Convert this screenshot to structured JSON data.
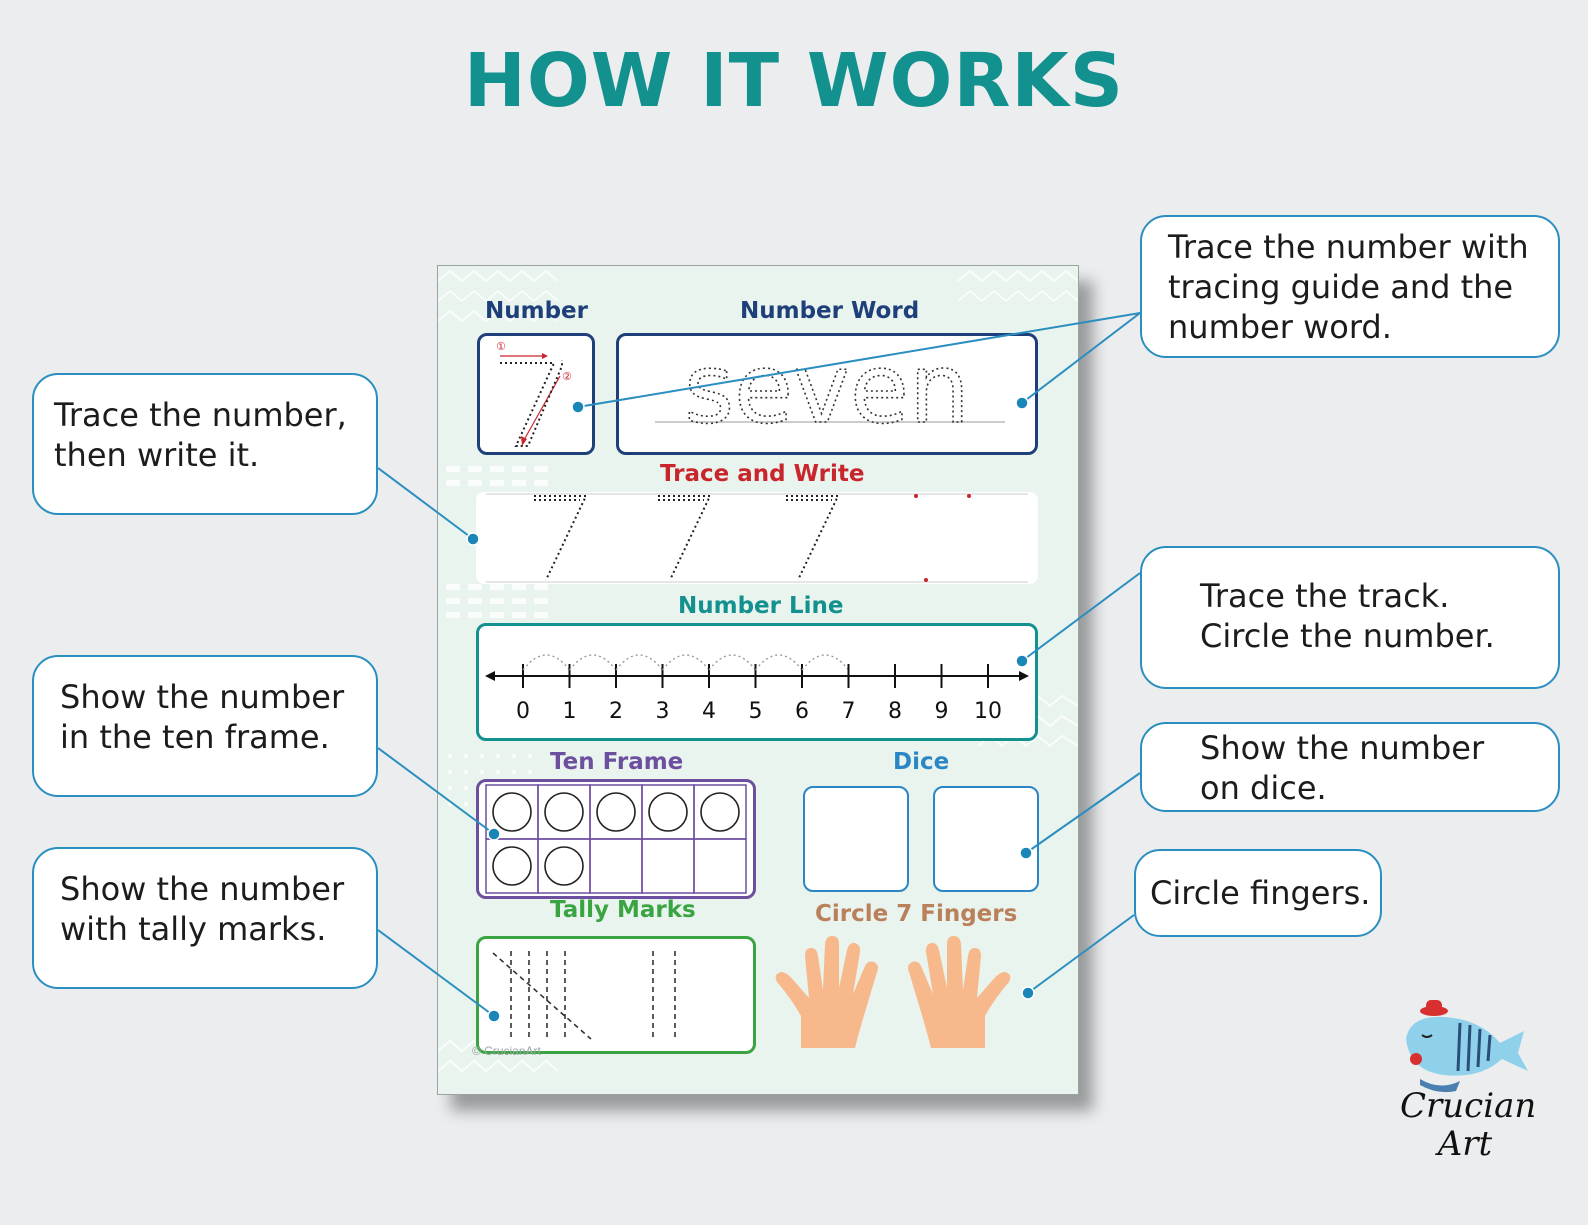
{
  "title": "HOW IT WORKS",
  "callouts": {
    "trace_write": "Trace the number,\nthen write it.",
    "ten_frame": "Show the number\nin the ten frame.",
    "tally": "Show the number\nwith tally marks.",
    "number_word": "Trace the number with\ntracing guide and the\nnumber word.",
    "track": "Trace the track.\nCircle the number.",
    "dice": "Show the number\non dice.",
    "fingers": "Circle fingers."
  },
  "worksheet": {
    "number_label": "Number",
    "number_word_label": "Number Word",
    "number_value": "7",
    "number_word_value": "seven",
    "trace_write_label": "Trace and Write",
    "number_line_label": "Number Line",
    "number_line_ticks": [
      "0",
      "1",
      "2",
      "3",
      "4",
      "5",
      "6",
      "7",
      "8",
      "9",
      "10"
    ],
    "ten_frame_label": "Ten Frame",
    "ten_frame_filled": 7,
    "dice_label": "Dice",
    "tally_label": "Tally Marks",
    "fingers_label": "Circle 7 Fingers",
    "copyright": "© CrucianArt"
  },
  "logo_text": [
    "Crucian",
    "Art"
  ],
  "colors": {
    "title": "#13918f",
    "callout_border": "#2a8fc0",
    "navy": "#1f3f7a",
    "red": "#c9252c",
    "teal": "#13918f",
    "purple": "#6d4fa0",
    "blue": "#2b86c5",
    "green": "#3aa443",
    "brown": "#b9805a",
    "hand": "#f7b98b"
  }
}
